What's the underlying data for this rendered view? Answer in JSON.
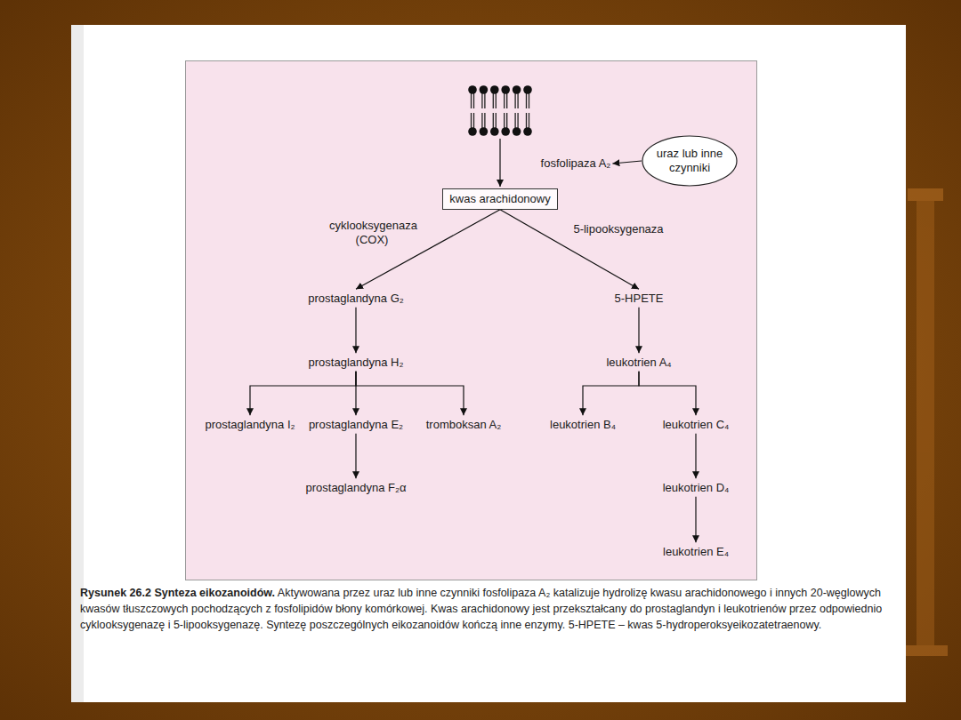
{
  "diagram": {
    "title": "Rysunek 26.2 Synteza eikozanoidów.",
    "caption": "Aktywowana przez uraz lub inne czynniki fosfolipaza A₂ katalizuje hydrolizę kwasu arachidonowego i innych 20-węglowych kwasów tłuszczowych pochodzących z fosfolipidów błony komórkowej. Kwas arachidonowy jest przekształcany do prostaglandyn i leukotrienów przez odpowiednio cyklooksygenazę i 5-lipooksygenazę. Syntezę poszczególnych eikozanoidów kończą inne enzymy. 5-HPETE – kwas 5-hydroperoksyeikozatetraenowy.",
    "nodes": [
      {
        "text": [
          "uraz lub inne czynniki"
        ]
      },
      {
        "text": [
          "fosfolipaza A₂"
        ]
      },
      {
        "text": [
          "kwas arachidonowy"
        ]
      },
      {
        "text": [
          "prostaglandyna G₂"
        ]
      },
      {
        "text": [
          "5-HPETE"
        ]
      },
      {
        "text": [
          "prostaglandyna H₂"
        ]
      },
      {
        "text": [
          "leukotrien A₄"
        ]
      },
      {
        "text": [
          "prostaglandyna I₂"
        ]
      },
      {
        "text": [
          "prostaglandyna E₂"
        ]
      },
      {
        "text": [
          "tromboksan A₂"
        ]
      },
      {
        "text": [
          "leukotrien B₄"
        ]
      },
      {
        "text": [
          "leukotrien C₄"
        ]
      },
      {
        "text": [
          "prostaglandyna F₂α"
        ]
      },
      {
        "text": [
          "leukotrien D₄"
        ]
      },
      {
        "text": [
          "leukotrien E₄"
        ]
      }
    ],
    "edges": [
      {
        "from": 0,
        "to": 1,
        "arrow": "to"
      },
      {
        "from": 2,
        "to": 3,
        "label": "cyklooksygenaza (COX)",
        "arrow": "to"
      },
      {
        "from": 2,
        "to": 4,
        "label": "5-lipooksygenaza",
        "arrow": "to"
      },
      {
        "from": 3,
        "to": 5,
        "arrow": "to"
      },
      {
        "from": 4,
        "to": 6,
        "arrow": "to"
      },
      {
        "from": 5,
        "to": 7,
        "arrow": "to"
      },
      {
        "from": 5,
        "to": 8,
        "arrow": "to"
      },
      {
        "from": 5,
        "to": 9,
        "arrow": "to"
      },
      {
        "from": 6,
        "to": 10,
        "arrow": "to"
      },
      {
        "from": 6,
        "to": 11,
        "arrow": "to"
      },
      {
        "from": 8,
        "to": 12,
        "arrow": "to"
      },
      {
        "from": 11,
        "to": 13,
        "arrow": "to"
      },
      {
        "from": 13,
        "to": 14,
        "arrow": "to"
      }
    ]
  }
}
